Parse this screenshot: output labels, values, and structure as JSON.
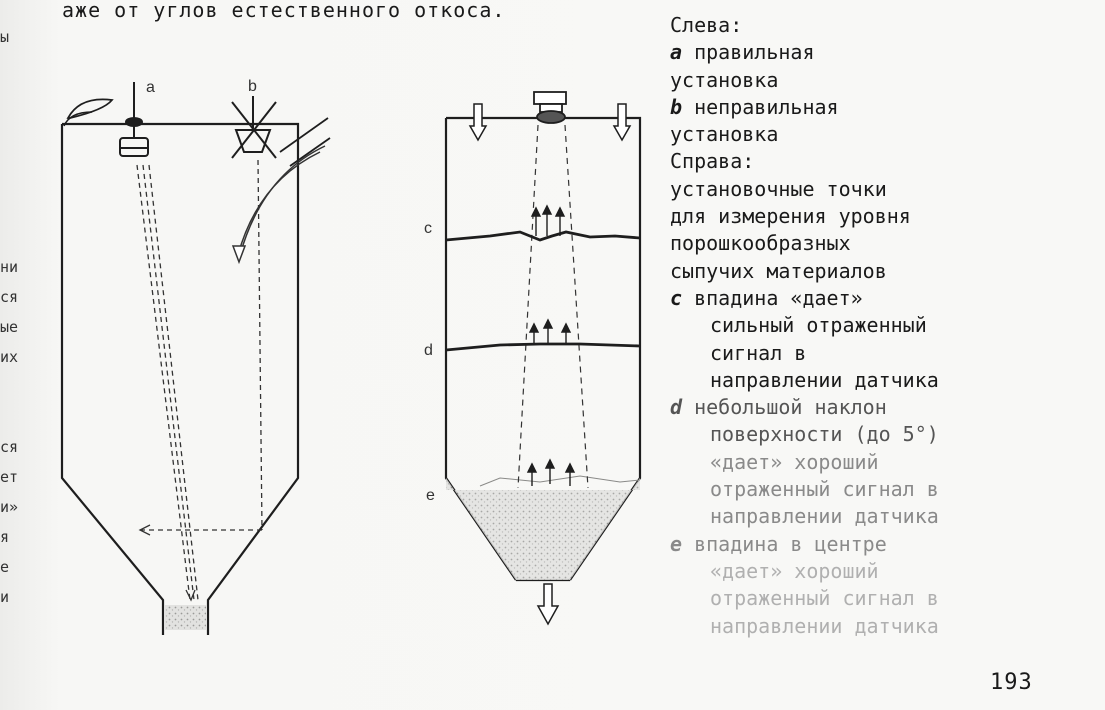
{
  "top_text": "аже от углов естественного откоса.",
  "left_margin": [
    "ы",
    "ни",
    "ся",
    "ые",
    "их",
    "ся",
    "ет",
    "и»",
    "я",
    "е",
    "и"
  ],
  "figure_labels": {
    "a": "a",
    "b": "b",
    "c": "c",
    "d": "d",
    "e": "e"
  },
  "legend": {
    "left_title": "Слева:",
    "a_letter": "a",
    "a_text1": "правильная",
    "a_text2": "установка",
    "b_letter": "b",
    "b_text1": "неправильная",
    "b_text2": "установка",
    "right_title": "Справа:",
    "right_text": [
      "установочные точки",
      "для измерения уровня",
      "порошкообразных",
      "сыпучих материалов"
    ],
    "c_letter": "c",
    "c_text1": "впадина «дает»",
    "c_text": [
      "сильный отраженный",
      "сигнал в",
      "направлении датчика"
    ],
    "d_letter": "d",
    "d_text1": "небольшой наклон",
    "d_text": [
      "поверхности (до 5°)",
      "«дает» хороший",
      "отраженный сигнал в",
      "направлении датчика"
    ],
    "e_letter": "e",
    "e_text1": "впадина в центре",
    "e_text": [
      "«дает» хороший",
      "отраженный сигнал в",
      "направлении датчика"
    ]
  },
  "page_number": "193"
}
